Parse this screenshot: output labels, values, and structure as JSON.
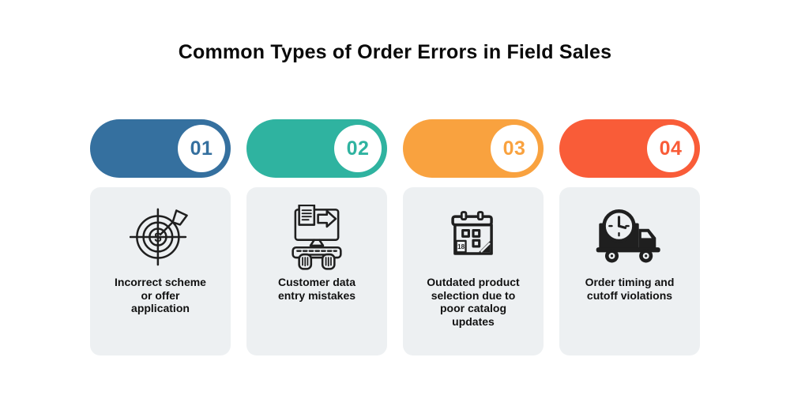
{
  "title": "Common Types of Order Errors in Field Sales",
  "colors": {
    "background": "#ffffff",
    "card_background": "#edf0f2",
    "title_text": "#0a0a0a",
    "label_text": "#111111",
    "icon_ink": "#1f1f1f",
    "step1_accent": "#35709f",
    "step2_accent": "#2fb3a0",
    "step3_accent": "#f9a23f",
    "step4_accent": "#f95c38"
  },
  "items": [
    {
      "number": "01",
      "accent": "#35709f",
      "icon": "target-dollar-arrow-icon",
      "label": "Incorrect scheme\nor offer\napplication"
    },
    {
      "number": "02",
      "accent": "#2fb3a0",
      "icon": "data-entry-computer-icon",
      "label": "Customer data\nentry mistakes"
    },
    {
      "number": "03",
      "accent": "#f9a23f",
      "icon": "calendar-icon",
      "label": "Outdated product\nselection due to\npoor catalog\nupdates"
    },
    {
      "number": "04",
      "accent": "#f95c38",
      "icon": "delivery-truck-clock-icon",
      "label": "Order timing and\ncutoff violations"
    }
  ]
}
